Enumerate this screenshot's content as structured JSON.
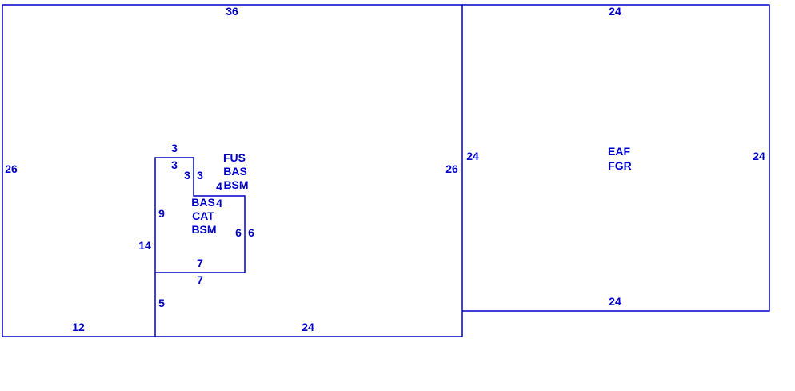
{
  "sketch": {
    "line_color": "#0000c8",
    "background": "#ffffff",
    "main_area": {
      "codes": [
        "FUS",
        "BAS",
        "BSM"
      ],
      "dimensions": {
        "top": "36",
        "left": "26",
        "right": "26",
        "bottom_left": "12",
        "bottom_right": "24",
        "left_lower_segment": "14",
        "divider_lower": "5"
      }
    },
    "inner_area": {
      "codes": [
        "BAS",
        "CAT",
        "BSM"
      ],
      "dimensions": {
        "top_outer": "3",
        "top_inner": "3",
        "notch_left": "3",
        "notch_right": "3",
        "step_outer": "4",
        "step_inner": "4",
        "left_inner": "9",
        "right_inner": "6",
        "right_outer": "6",
        "bottom_inner": "7",
        "bottom_outer": "7"
      }
    },
    "garage_area": {
      "codes": [
        "EAF",
        "FGR"
      ],
      "dimensions": {
        "top": "24",
        "left": "24",
        "right": "24",
        "bottom": "24"
      }
    }
  }
}
